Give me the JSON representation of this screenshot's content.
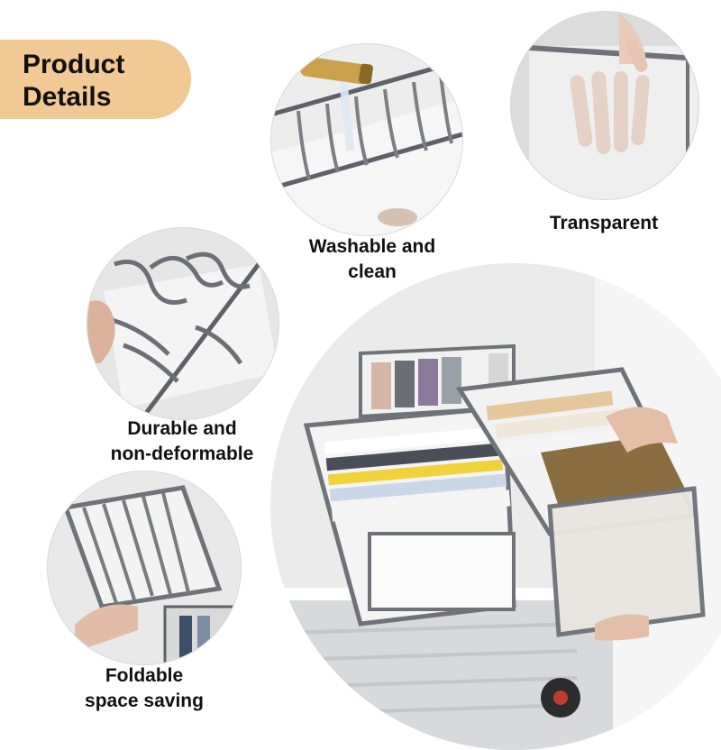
{
  "banner": {
    "line1": "Product",
    "line2": "Details"
  },
  "features": [
    {
      "line1": "Washable and",
      "line2": "clean"
    },
    {
      "line1": "Transparent",
      "line2": ""
    },
    {
      "line1": "Durable and",
      "line2": "non-deformable"
    },
    {
      "line1": "Foldable",
      "line2": "space saving"
    }
  ],
  "colors": {
    "banner": "#f1c994",
    "mesh": "#f2f2f2",
    "trim": "#6f7379",
    "tap_gold": "#c9a24b"
  }
}
